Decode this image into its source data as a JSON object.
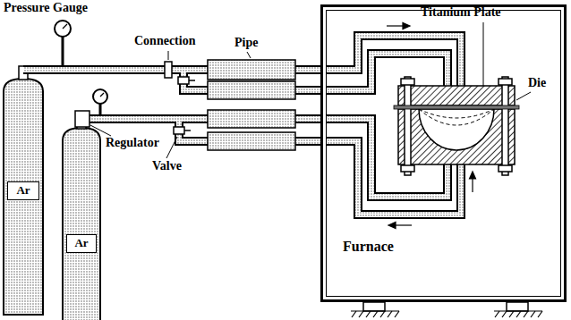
{
  "diagram": {
    "nodes": [
      {
        "text": [
          "Furnace"
        ]
      },
      {
        "text": [
          "Ar"
        ]
      },
      {
        "text": [
          "Ar"
        ]
      }
    ],
    "labels": [
      "Pressure Gauge",
      "Connection",
      "Pipe",
      "Regulator",
      "Valve",
      "Titanium Plate",
      "Die"
    ]
  }
}
